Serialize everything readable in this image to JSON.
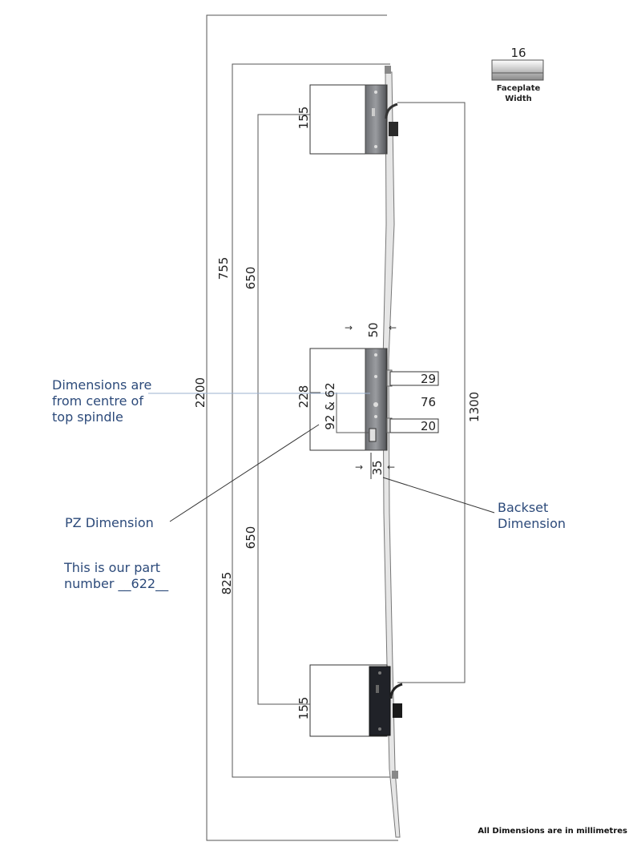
{
  "dimensions": {
    "overall_height": "2200",
    "top_to_spindle": "755",
    "spindle_to_bottom": "825",
    "top_hook_spacing": "650",
    "bottom_hook_spacing": "650",
    "top_hook_case": "155",
    "bottom_hook_case": "155",
    "centre_case": "228",
    "pz_options": "92 & 62",
    "faceplate_offset": "50",
    "backset": "35",
    "upper_bolt": "29",
    "lower_bolt": "20",
    "bolt_spacing": "76",
    "right_overall": "1300",
    "faceplate_width": "16"
  },
  "labels": {
    "faceplate_line1": "Faceplate",
    "faceplate_line2": "Width",
    "centre_note_line1": "Dimensions are",
    "centre_note_line2": "from centre of",
    "centre_note_line3": "top spindle",
    "pz_note": "PZ Dimension",
    "backset_note_line1": "Backset",
    "backset_note_line2": "Dimension",
    "part_line1": "This is our part",
    "part_line2_prefix": "number ",
    "part_number": "__622__",
    "footer": "All Dimensions are in millimetres"
  },
  "arrows": {
    "right": "→",
    "left": "←"
  }
}
